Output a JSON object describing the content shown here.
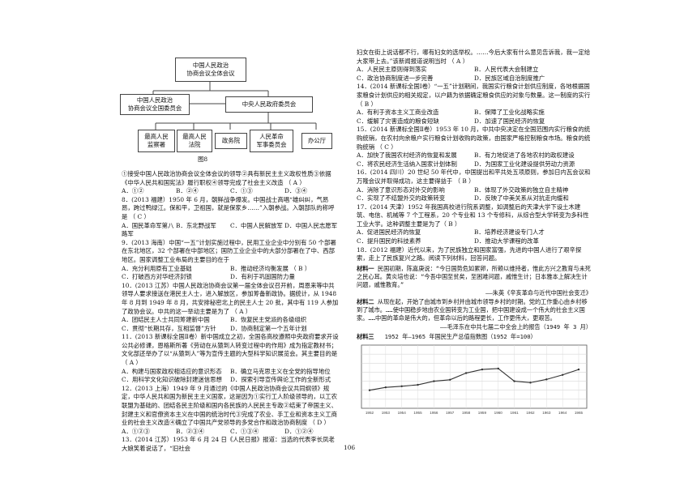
{
  "diagram": {
    "top": "中国人民政治\n协商会议全体会议",
    "left": "中国人民政治\n协商会议全国委员会",
    "center": "中央人民政府委员会",
    "bottom": [
      "最高人民\n监察署",
      "最高人民\n法院",
      "政务院",
      "人民革命\n军事委员会",
      "办公厅"
    ],
    "caption": "图8"
  },
  "left": [
    {
      "t": "①接受中国人民政治协商会议全体会议的领导②具有新民主主义政权性质③依据《中华人民共和国宪法》履行职权④领导完成了社会主义改造   （    A    ）"
    },
    {
      "o4": [
        "A．①②",
        "B．②④",
        "C．①③",
        "D．③④"
      ]
    },
    {
      "t": "8．(2013 福建）1950 年 6 月，朝鲜战争爆发。中国战士高唱“雄纠纠，气昂昂，跨过鸭绿江。保和平，卫祖国，就是保家乡……”入朝参战。入朝部队的称呼是   （     C     ）"
    },
    {
      "o4": [
        "A．国民革命军第八路军",
        "B．东北野战军",
        "C．中国人民解放军",
        "D．中国人民志愿军"
      ]
    },
    {
      "t": "9．(2013 海南）中国“一五”计划实施过程中，民用工业企业中分别有 50 个部署在东北地区，32 个部署在中部地区；国防工业企业中的大部分部署在了中、西部地区。国家调整工业布局的主要目的在于"
    },
    {
      "o2": [
        "A．充分利用原有工业基础",
        "B．推动经济均衡发展       （      B      ）"
      ]
    },
    {
      "o2": [
        "C．打破西方对华经济封锁",
        "D．有利于巩固国防力量"
      ]
    },
    {
      "t": "10．(2013 江苏）中国人民政治协商会议第一届全体会议召开前，周恩来等中共领导人要求接送在港民主人士，进入解放区，参加筹备新政协。据统计，从 1948 年 8 月到 1949 年 8 月，共安排秘密北上的民主人士 20 批，其中有 119 人参加了政协会议。中共的这一举动主要是为了   （      A      ）"
    },
    {
      "o2": [
        "A．团结民主人士共同筹建新中国",
        "B．恢复民主党派的各级组织"
      ]
    },
    {
      "o2": [
        "C．贯彻“长期共存，互相监督”方针",
        "D．协商制定第一个五年计划"
      ]
    },
    {
      "t": "11．(2013 新课标全国Ⅱ卷）新中国成立之初，全国各高校遵照中央政府要求开设公共必修课，恩格斯所著《劳动在从猿到人转变过程中的作用》成为指定教材书；文化部还举办了以“从猿到人”等为宣传主题的大型科学知识展览会。其主要目的是         （      A      ）"
    },
    {
      "o2": [
        "A．构建与国家政权相适应的意识形态",
        "B．确立马克思主义在全党的指导地位"
      ]
    },
    {
      "o2": [
        "C．用科学文化知识破除封建迷信思想",
        "D．探索引导宣传舆论工作的全新形式"
      ]
    },
    {
      "t": "12．(2013 上海）1949 年 9 月通过的《中国人民政治协商会议共同纲领》规定，中华人民共和国为新民主主义国家，这是因为①实行工人阶级领导的，以工农联盟为基础的、团结各民主阶级和国内各民族的人民民主专政②结束了帝国主义、封建主义和官僚资本主义在中国的统治时代③完成了农业、手工业和资本主义工商业的社会主义改造④确立了中国共产党领导的多党合作和政治协商制度       （     D     ）"
    },
    {
      "o4": [
        "A．①②③",
        "B．②③④",
        "C．①③④",
        "D．①②④"
      ]
    },
    {
      "t": "13．(2014 江苏）1953 年 6 月 24 日《人民日报》报道：当选的代表李长凤老大娘笑着说话了，“旧社会"
    }
  ],
  "right": [
    {
      "t": "妇女在街上说话都不行，哪有妇女的选举权。……今后大家有什么意见告诉我，我一定给大家带上去。”该新闻报道说明当时         （      A      ）"
    },
    {
      "o2": [
        "A．人民民主原则得到落实",
        "B．人民代表大会制建立"
      ]
    },
    {
      "o2": [
        "C．政治协商制度进一步完善",
        "D．民族区域自治制度推广"
      ]
    },
    {
      "t": "14．(2014 新课标全国Ⅰ卷）“一五”计划期间，我国实行粮食计划供应制度，各地根据国家粮食计划供应的相关规定，以户籍为依据确定粮食供应的对象与数量。这一制度的实行     （     B     ）"
    },
    {
      "o2": [
        "A．有利于资本主义工商业改造",
        "B．保障了工业化战略实施"
      ]
    },
    {
      "o2": [
        "C．缓解了灾害造成的粮食短缺",
        "D．加速了国民经济的恢复"
      ]
    },
    {
      "t": "15．(2014 新课标全国Ⅱ卷）1953 年 10 月，中共中央决定在全国范围内实行粮食的统购统销，在农村向余粮户实行粮食计划收购的政策，由国家严格控制粮食市场。粮食的统购统销      （      C      ）"
    },
    {
      "o2": [
        "A．加快了我国农村经济的恢复和发展",
        "B．有力地促进了各地农村的政权建设"
      ]
    },
    {
      "o2": [
        "C．将农民经济生活纳入国家计划体制",
        "D．为国家工业化建设提供劳动力资源"
      ]
    },
    {
      "t": "16．(2014 四川）20 世纪 50 年代中，中国提出和平共处五项原则，参加日内瓦会议和万隆会议并取得成功，这主要得益于          （    B    ）"
    },
    {
      "o2": [
        "A．消除了意识形态对外交的影响",
        "B．体现了外交政策的独立自主精神"
      ]
    },
    {
      "o2": [
        "C．实现了不结盟外交的政策转变",
        "D．反映了中美关系从对抗走向缓和"
      ]
    },
    {
      "t": "17．(2014 天津）1952 年我国高校进行院系调整，如调整后的天津大学下设土木建筑、电信、机械等 7 个工程系，20 个专业和 13 个专修科，从综合型大学转变为多科性工业大学。这种调整主要是为了（ B ）"
    },
    {
      "o2": [
        "A．促进国民经济的恢复",
        "B．培养经济建设专门人才"
      ]
    },
    {
      "o2": [
        "C．提升国民的科技素养",
        "D．推动大学课程的改革"
      ]
    },
    {
      "t": "18．(2012 福建）近代以来，为了民族独立和国家富强，先进的中国人进行了艰辛探索，走上了民族复兴之路。阅读下列材料，回答问题。"
    }
  ],
  "material1": {
    "label": "材料一",
    "text": "民国初期，陈嘉庚说：“今日国势危如累卵，所赖以维持者，惟此方兴之教育与未死之民心耳。黄炎培也说：“今吾中国至贫矣，至困难问题，戚惟生计；日本雅本上解决生计问题，戚惟教育。”",
    "source": "——朱英《辛亥革命与近代中国社会变迁》"
  },
  "material2": {
    "label": "材料二",
    "text": "从现在起，开始了由城市到乡村并由城市领导乡村的时期。党的工作重心由乡村移到了城市。……使中国稳步地由农业国转变为工业国，把中国建设成一个伟大的社会主义国家。……中国的革命是伟大的，但革命以后的路程更长，工作更伟大，更艰苦。",
    "source": "——毛泽东在中共七届二中全会上的报告（1949 年 3 月）"
  },
  "material3": {
    "label": "材料三",
    "title": "1952 年—1965 年国民生产总值指数图（1952 年=100）"
  },
  "chart_data": {
    "type": "line",
    "title": "1952 年—1965 年国民生产总值指数图（1952 年=100）",
    "x": [
      1952,
      1953,
      1954,
      1955,
      1956,
      1957,
      1958,
      1959,
      1960,
      1961,
      1962,
      1963,
      1964,
      1965
    ],
    "values": [
      100,
      116,
      122,
      130,
      150,
      158,
      195,
      215,
      220,
      150,
      142,
      160,
      185,
      215
    ],
    "ylim": [
      0,
      350
    ],
    "grid": true
  },
  "page_number": "106"
}
